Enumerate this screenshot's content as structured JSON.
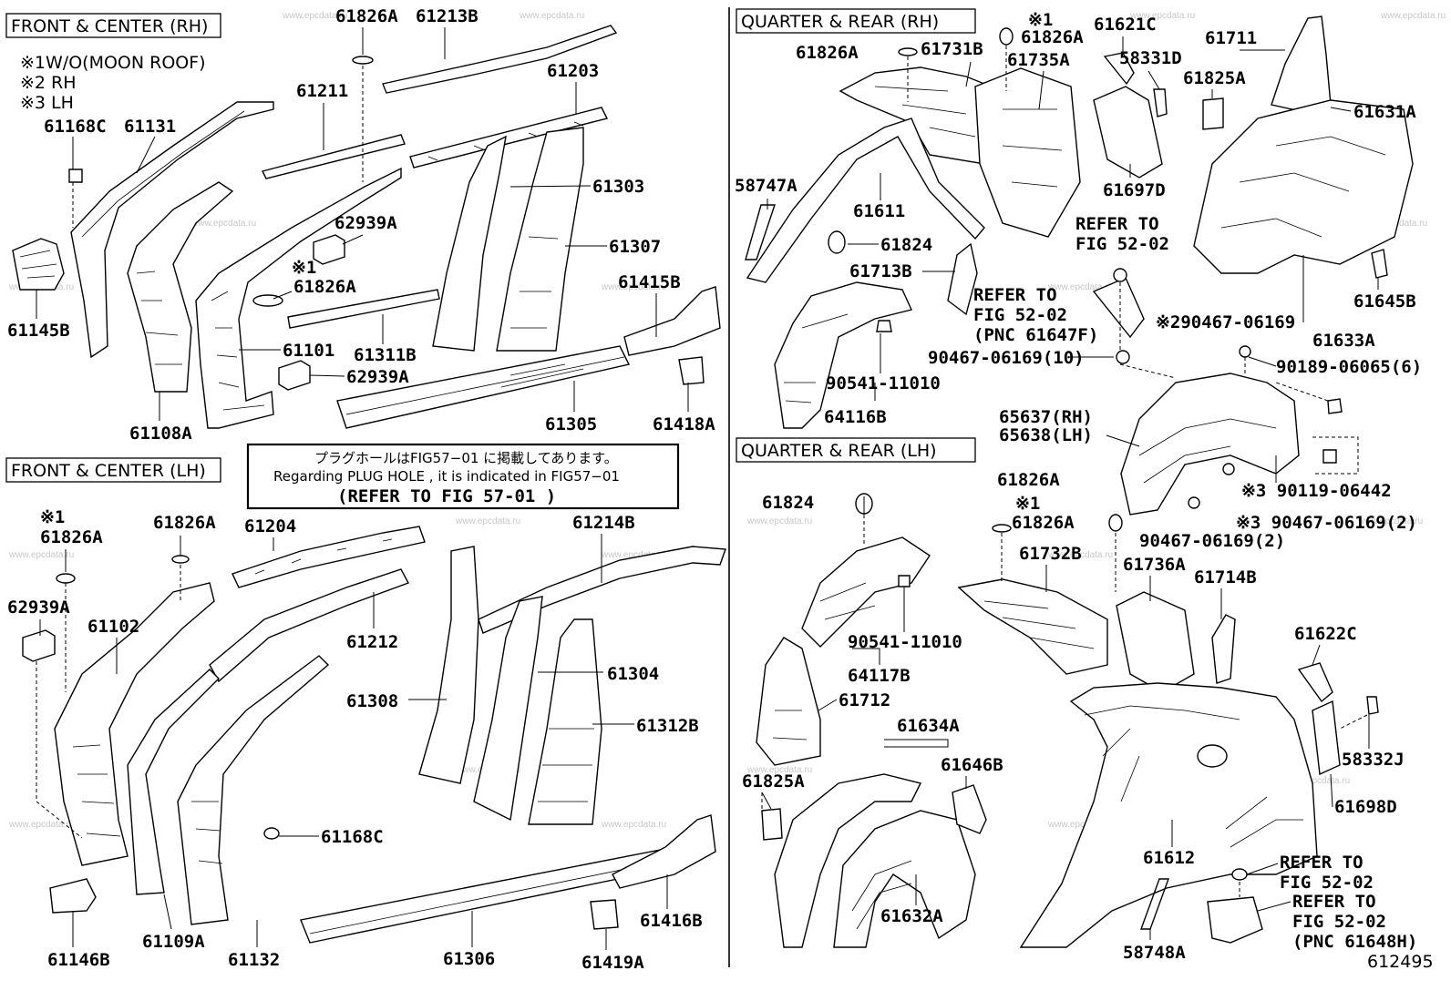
{
  "sections": {
    "front_rh": "FRONT & CENTER (RH)",
    "front_lh": "FRONT & CENTER (LH)",
    "quarter_rh": "QUARTER  &  REAR (RH)",
    "quarter_lh": "QUARTER  &  REAR (LH)"
  },
  "legend": {
    "l1": "※1W/O(MOON ROOF)",
    "l2": "※2 RH",
    "l3": "※3 LH"
  },
  "fig_note": {
    "jp": "プラグホールはFIG57−01 に掲載してあります。",
    "en": "Regarding  PLUG HOLE , it is indicated  in FIG57−01",
    "ref": "(REFER  TO  FIG  57-01     )"
  },
  "figure_number": "612495",
  "watermark": "www.epcdata.ru",
  "labels": {
    "p61826A_1": "61826A",
    "p61213B": "61213B",
    "p61211": "61211",
    "p61203": "61203",
    "p61168C_1": "61168C",
    "p61131": "61131",
    "p61303": "61303",
    "p62939A_1": "62939A",
    "p61307": "61307",
    "p61826A_2": "※1",
    "p61826A_2b": "61826A",
    "p61415B": "61415B",
    "p61145B": "61145B",
    "p61101": "61101",
    "p61311B": "61311B",
    "p62939A_2": "62939A",
    "p61108A": "61108A",
    "p61305": "61305",
    "p61418A": "61418A",
    "p61826A_3a": "※1",
    "p61826A_3": "61826A",
    "p61826A_4": "61826A",
    "p61204": "61204",
    "p61214B": "61214B",
    "p62939A_3": "62939A",
    "p61102": "61102",
    "p61212": "61212",
    "p61304": "61304",
    "p61308": "61308",
    "p61312B": "61312B",
    "p61168C_2": "61168C",
    "p61416B": "61416B",
    "p61146B": "61146B",
    "p61109A": "61109A",
    "p61132": "61132",
    "p61306": "61306",
    "p61419A": "61419A",
    "q61826A_1a": "※1",
    "q61826A_1": "61826A",
    "q61621C": "61621C",
    "q61711": "61711",
    "q61826A_2": "61826A",
    "q61731B": "61731B",
    "q61735A": "61735A",
    "q58331D": "58331D",
    "q61825A": "61825A",
    "q61631A": "61631A",
    "q58747A": "58747A",
    "q61611": "61611",
    "q61697D": "61697D",
    "q_ref1a": "REFER TO",
    "q_ref1b": "FIG  52-02",
    "q61824": "61824",
    "q61713B": "61713B",
    "q_ref2a": "REFER  TO",
    "q_ref2b": "FIG 52-02",
    "q_ref2c": "(PNC 61647F)",
    "q61645B": "61645B",
    "q90467_a": "※290467-06169",
    "q61633A": "61633A",
    "q90467_b": "90467-06169(10)",
    "q90189": "90189-06065(6)",
    "q90541_a": "90541-11010",
    "q64116B": "64116B",
    "q65637": "65637(RH)",
    "q65638": "65638(LH)",
    "q90119": "※3 90119-06442",
    "q61826A_3": "61826A",
    "q61826A_4a": "※1",
    "q61826A_4": "61826A",
    "q90467_c": "※3 90467-06169(2)",
    "q90467_d": "90467-06169(2)",
    "q61824_2": "61824",
    "q61732B": "61732B",
    "q61736A": "61736A",
    "q61714B": "61714B",
    "q90541_b": "90541-11010",
    "q64117B": "64117B",
    "q61622C": "61622C",
    "q61712": "61712",
    "q61634A": "61634A",
    "q61646B": "61646B",
    "q58332J": "58332J",
    "q61825A_2": "61825A",
    "q61698D": "61698D",
    "q61612": "61612",
    "q_ref3a": "REFER  TO",
    "q_ref3b": "FIG  52-02",
    "q_ref4a": "REFER  TO",
    "q_ref4b": "FIG  52-02",
    "q_ref4c": "(PNC  61648H)",
    "q61632A": "61632A",
    "q58748A": "58748A"
  }
}
